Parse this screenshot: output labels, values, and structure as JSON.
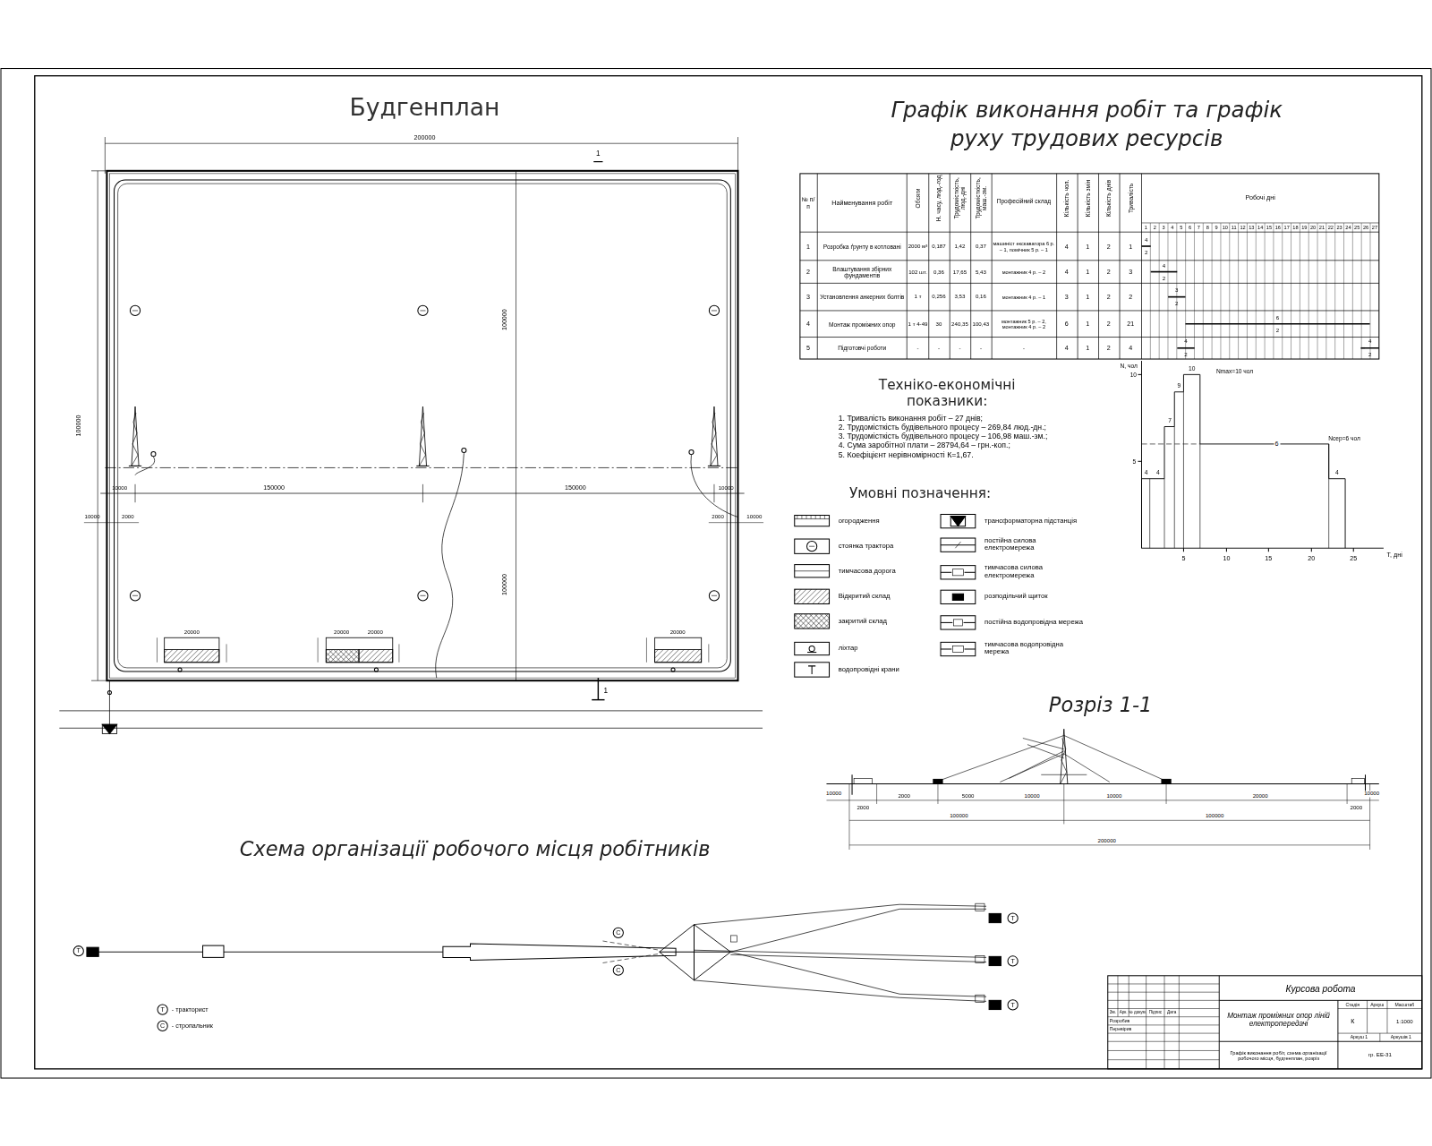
{
  "diagram": {
    "title": "Будгенплан",
    "labels": [
      "200000",
      "100000",
      "100000",
      "100000",
      "150000",
      "150000",
      "10000",
      "10000",
      "10000",
      "2000",
      "2000",
      "10000",
      "20000",
      "20000",
      "20000",
      "20000",
      "1",
      "1",
      "Графік виконання робіт та графік руху трудових ресурсів",
      "№ п/п",
      "Найменування робіт",
      "Обсяги",
      "Н. часу, люд.-год",
      "Трудомісткість, люд.-дні",
      "Трудомісткість, маш.-зм.",
      "Професійний склад",
      "Кількість чол.",
      "Кількість змін",
      "Кількість днів",
      "Тривалість",
      "Робочі дні",
      "1",
      "2",
      "3",
      "4",
      "5",
      "6",
      "7",
      "8",
      "9",
      "10",
      "11",
      "12",
      "13",
      "14",
      "15",
      "16",
      "17",
      "18",
      "19",
      "20",
      "21",
      "22",
      "23",
      "24",
      "25",
      "26",
      "27",
      "1",
      "Розробка ґрунту в котловані",
      "2000 м³",
      "0,187",
      "1,42",
      "0,37",
      "машиніст екскаватора 6 р. – 1, помічник 5 р. – 1",
      "4",
      "1",
      "2",
      "1",
      "2",
      "Влаштування збірних фундаментів",
      "102 шт.",
      "0,36",
      "17,65",
      "5,43",
      "монтажник 4 р. – 2",
      "4",
      "1",
      "2",
      "3",
      "3",
      "Установлення анкерних болтів",
      "1 т",
      "0,256",
      "3,53",
      "0,16",
      "монтажник 4 р. – 1",
      "3",
      "1",
      "2",
      "2",
      "4",
      "Монтаж проміжних опор",
      "1 т 4-49",
      "30",
      "240,35",
      "100,43",
      "монтажник 5 р. – 2, монтажник 4 р. – 2",
      "6",
      "1",
      "2",
      "21",
      "5",
      "Підготовчі роботи",
      "-",
      "-",
      "-",
      "-",
      "-",
      "4",
      "1",
      "2",
      "4",
      "4",
      "2",
      "4",
      "2",
      "3",
      "2",
      "6",
      "2",
      "4",
      "2",
      "4",
      "2",
      "Техніко-економічні показники:",
      "1. Тривалість виконання робіт – 27 днів;",
      "2. Трудомісткість будівельного процесу – 269,84 люд.-дн.;",
      "3. Трудомісткість будівельного процесу – 106,98 маш.-зм.;",
      "4. Сума заробітної плати – 28794,64 – грн.-коп.;",
      "5. Коефіцієнт нерівномірності К=1,67.",
      "Умовні позначення:",
      "N, чол",
      "Nmax=10 чол",
      "10",
      "5",
      "Nсер=6 чол",
      "6",
      "4",
      "4",
      "7",
      "9",
      "10",
      "4",
      "5",
      "10",
      "15",
      "20",
      "25",
      "Т, дні",
      "Розріз 1-1",
      "10000",
      "2000",
      "2000",
      "5000",
      "10000",
      "10000",
      "20000",
      "2000",
      "10000",
      "100000",
      "100000",
      "200000",
      "Схема організації робочого місця робітників",
      "Т",
      "Т",
      "Т",
      "Т",
      "С",
      "С",
      "Т",
      "С",
      "Курсова робота",
      "Зм.",
      "Арк.",
      "№ докум.",
      "Підпис",
      "Дата",
      "Розробив",
      "Перевірив",
      "Монтаж проміжних опор ліній електропередачі",
      "Стадія",
      "Аркуш",
      "Масштаб",
      "К",
      "1:1000",
      "Аркуш 1",
      "Аркушів 1",
      "Графік виконання робіт, схема організації робочого місця, будгенплан, розріз",
      "гр. ЕЕ-31"
    ],
    "legend": [
      {
        "text": "огородження"
      },
      {
        "text": "стоянка трактора"
      },
      {
        "text": "тимчасова дорога"
      },
      {
        "text": "Відкритий склад"
      },
      {
        "text": "закритий склад"
      },
      {
        "text": "ліхтар"
      },
      {
        "text": "водопровідні крани"
      },
      {
        "text": "трансформаторна підстанція"
      },
      {
        "text": "постійна силова електромережа"
      },
      {
        "text": "тимчасова силова електромережа"
      },
      {
        "text": "розподільчий щиток"
      },
      {
        "text": "постійна водопровідна мережа"
      },
      {
        "text": "тимчасова водопровідна мережа"
      },
      {
        "text": "- тракторист"
      },
      {
        "text": "- стропальник"
      }
    ]
  }
}
